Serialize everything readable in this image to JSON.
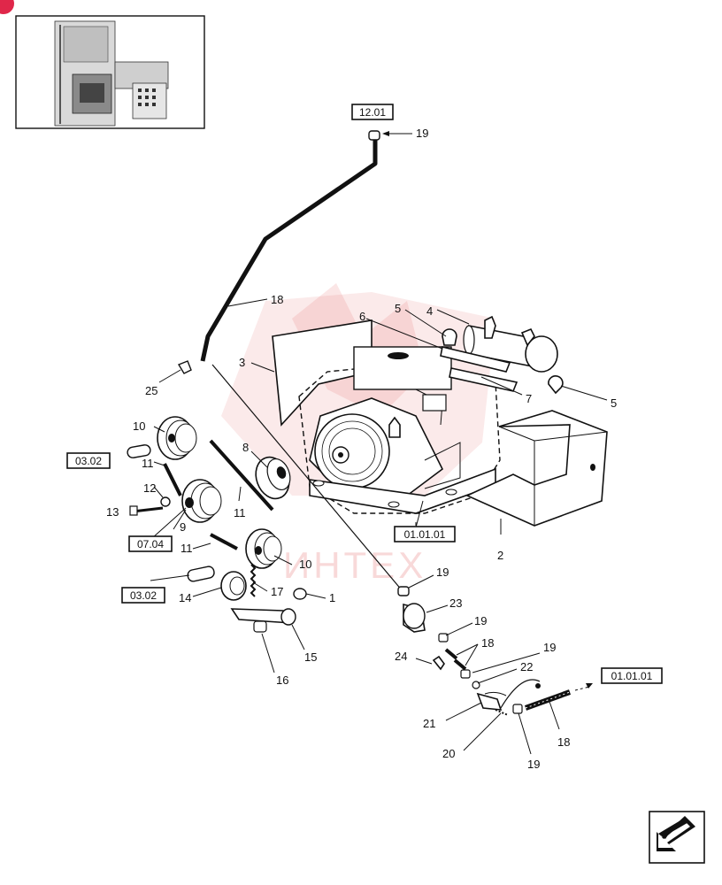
{
  "diagram": {
    "refs": {
      "r1201": "12.01",
      "r0302a": "03.02",
      "r0704": "07.04",
      "r0302b": "03.02",
      "r010101a": "01.01.01",
      "r010101b": "01.01.01"
    },
    "callouts": {
      "c1": "1",
      "c2": "2",
      "c3": "3",
      "c4": "4",
      "c5a": "5",
      "c5b": "5",
      "c6": "6",
      "c7": "7",
      "c8": "8",
      "c9": "9",
      "c10a": "10",
      "c10b": "10",
      "c11a": "11",
      "c11b": "11",
      "c11c": "11",
      "c12": "12",
      "c13": "13",
      "c14": "14",
      "c15": "15",
      "c16": "16",
      "c17": "17",
      "c18a": "18",
      "c18b": "18",
      "c18c": "18",
      "c19a": "19",
      "c19b": "19",
      "c19c": "19",
      "c19d": "19",
      "c19e": "19",
      "c20": "20",
      "c21": "21",
      "c22": "22",
      "c23": "23",
      "c24": "24",
      "c25": "25"
    },
    "watermark": "ИНТЕХ",
    "colors": {
      "line": "#111111",
      "watermark": "#e05050",
      "background": "#ffffff"
    },
    "icons": {
      "nav": "arrow-next-page-icon",
      "corner": "page-badge-icon"
    }
  }
}
